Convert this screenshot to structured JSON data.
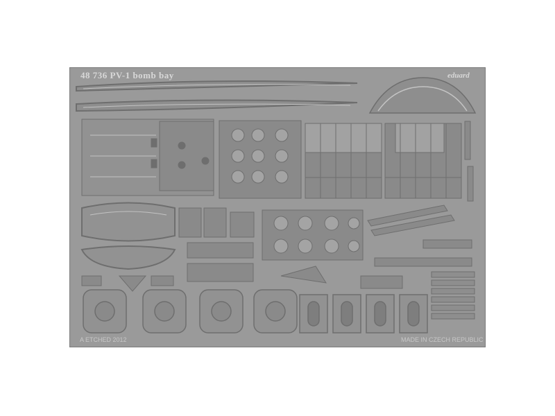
{
  "sheet": {
    "title": "48 736  PV-1 bomb bay",
    "brand": "eduard",
    "footer_left": "A ETCHED 2012",
    "footer_right": "MADE IN CZECH REPUBLIC",
    "colors": {
      "background": "#ffffff",
      "brass_fill": "#9a9a9a",
      "etch_dark": "#6e6e6e",
      "etch_light": "#c4c4c4",
      "panel_mid": "#8a8a8a"
    }
  }
}
